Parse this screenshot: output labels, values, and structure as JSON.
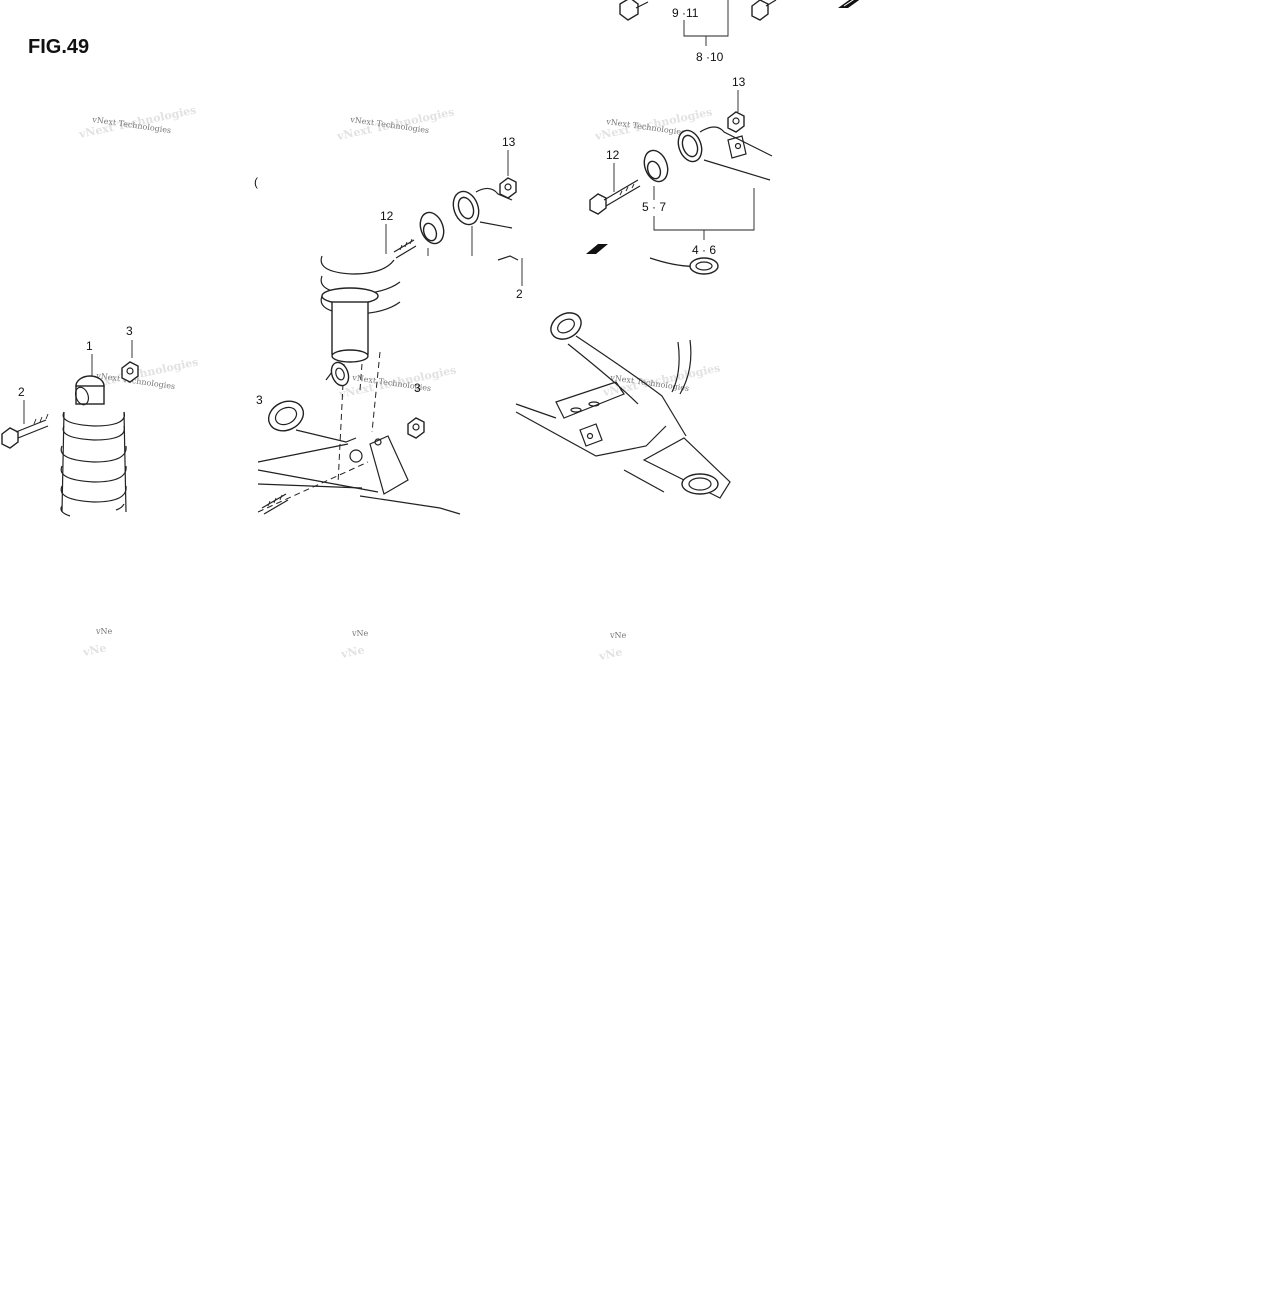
{
  "figure": {
    "title": "FIG.49"
  },
  "callouts": {
    "c1": "1",
    "c2a": "2",
    "c2b": "2",
    "c3a": "3",
    "c3b": "3",
    "c3c": "3",
    "c4_6": "4 · 6",
    "c5_7": "5 · 7",
    "c8_10": "8 ·10",
    "c9_11": "9 ·11",
    "c12a": "12",
    "c12b": "12",
    "c13a": "13",
    "c13b": "13",
    "paren": "("
  },
  "watermark": {
    "brand": "vNext Technologies",
    "stub": "vNe"
  }
}
